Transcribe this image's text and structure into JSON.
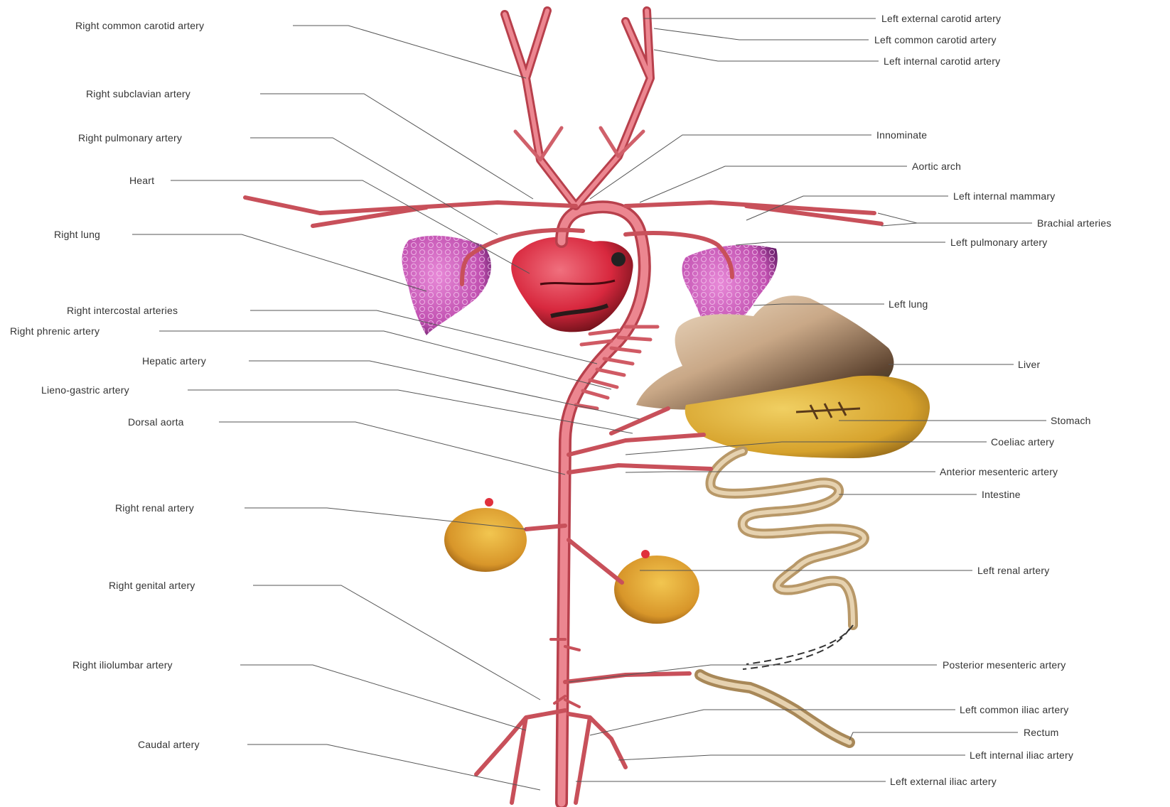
{
  "colors": {
    "artery": "#e06a72",
    "artery_dark": "#b8404c",
    "heart": "#d8283e",
    "lung": "#c855b8",
    "liver": "#8a6a4a",
    "stomach": "#d9a62e",
    "kidney": "#d99a28",
    "intestine": "#c8aa80",
    "leader": "#555555"
  },
  "labels": {
    "right_common_carotid": "Right common carotid artery",
    "right_subclavian": "Right subclavian artery",
    "right_pulmonary": "Right pulmonary artery",
    "heart": "Heart",
    "right_lung": "Right lung",
    "right_intercostal": "Right intercostal arteries",
    "right_phrenic": "Right phrenic artery",
    "hepatic": "Hepatic artery",
    "lieno_gastric": "Lieno-gastric artery",
    "dorsal_aorta": "Dorsal aorta",
    "right_renal": "Right renal artery",
    "right_genital": "Right genital artery",
    "right_iliolumbar": "Right iliolumbar artery",
    "caudal": "Caudal artery",
    "left_external_carotid": "Left external carotid artery",
    "left_common_carotid": "Left common carotid artery",
    "left_internal_carotid": "Left internal carotid artery",
    "innominate": "Innominate",
    "aortic_arch": "Aortic arch",
    "left_internal_mammary": "Left internal mammary",
    "brachial": "Brachial arteries",
    "left_pulmonary": "Left pulmonary artery",
    "left_lung": "Left lung",
    "liver": "Liver",
    "stomach": "Stomach",
    "coeliac": "Coeliac artery",
    "anterior_mesenteric": "Anterior mesenteric artery",
    "intestine": "Intestine",
    "left_renal": "Left renal artery",
    "posterior_mesenteric": "Posterior mesenteric artery",
    "left_common_iliac": "Left common iliac artery",
    "rectum": "Rectum",
    "left_internal_iliac": "Left internal iliac artery",
    "left_external_iliac": "Left external iliac artery"
  }
}
